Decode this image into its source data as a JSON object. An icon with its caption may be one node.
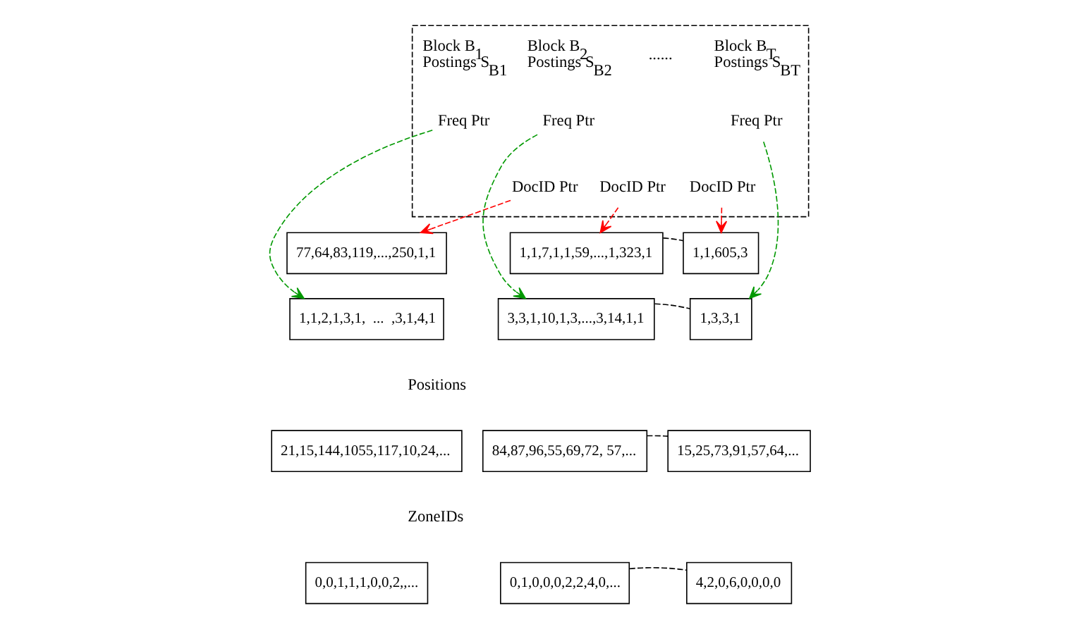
{
  "diagram": {
    "nodes": [
      {
        "text": [],
        "shape": "box"
      },
      {
        "text": [
          "Block B$_{1}$",
          "Postings S$_{B1}$"
        ],
        "in": 0
      },
      {
        "text": [
          "Freq Ptr"
        ],
        "in": 0
      },
      {
        "text": [
          "DocID Ptr"
        ],
        "in": 0
      },
      {
        "text": [
          "Block B$_{2}$",
          "Postings S$_{B2}$"
        ],
        "in": 0
      },
      {
        "text": [
          "Freq Ptr"
        ],
        "in": 0
      },
      {
        "text": [
          "DocID Ptr"
        ],
        "in": 0
      },
      {
        "text": [
          "Block B$_{T}$",
          "Postings S$_{BT}$"
        ],
        "in": 0
      },
      {
        "text": [
          "Freq Ptr"
        ],
        "in": 0
      },
      {
        "text": [
          "DocID Ptr"
        ],
        "in": 0
      },
      {
        "text": [
          "77,64,83,119,...,250,1,1"
        ]
      },
      {
        "text": [
          "1,1,7,1,1,59,...,1,323,1"
        ]
      },
      {
        "text": [
          "1,1,605,3"
        ]
      },
      {
        "text": [
          "1,1,2,1,3,1,  ...  ,3,1,4,1"
        ]
      },
      {
        "text": [
          "3,3,1,10,1,3,...,3,14,1,1"
        ]
      },
      {
        "text": [
          "1,3,3,1"
        ]
      },
      {
        "text": [
          "21,15,144,1055,117,10,24,..."
        ]
      },
      {
        "text": [
          "84,87,96,55,69,72, 57,..."
        ]
      },
      {
        "text": [
          "15,25,73,91,57,64,..."
        ]
      },
      {
        "text": [
          "0,0,1,1,1,0,0,2,,..."
        ]
      },
      {
        "text": [
          "0,1,0,0,0,2,2,4,0,..."
        ]
      },
      {
        "text": [
          "4,2,0,6,0,0,0,0"
        ]
      }
    ],
    "edges": [
      {
        "from": 3,
        "to": 10,
        "arrow": "to",
        "style": "dashed",
        "color": "#ff0000"
      },
      {
        "from": 2,
        "to": 13,
        "arrow": "to",
        "style": "dashed",
        "color": "#009900"
      },
      {
        "from": 6,
        "to": 11,
        "arrow": "to",
        "style": "dashed",
        "color": "#ff0000"
      },
      {
        "from": 5,
        "to": 14,
        "arrow": "to",
        "style": "dashed",
        "color": "#009900"
      },
      {
        "from": 9,
        "to": 12,
        "arrow": "to",
        "style": "dashed",
        "color": "#ff0000"
      },
      {
        "from": 8,
        "to": 15,
        "arrow": "to",
        "style": "dashed",
        "color": "#009900"
      },
      {
        "from": 11,
        "to": 12,
        "arrow": "none",
        "style": "dashed"
      },
      {
        "from": 14,
        "to": 15,
        "arrow": "none",
        "style": "dashed"
      },
      {
        "from": 17,
        "to": 18,
        "arrow": "none",
        "style": "dashed"
      },
      {
        "from": 20,
        "to": 21,
        "arrow": "none",
        "style": "dashed"
      }
    ],
    "labels": [
      "......",
      "Positions",
      "ZoneIDs"
    ]
  }
}
